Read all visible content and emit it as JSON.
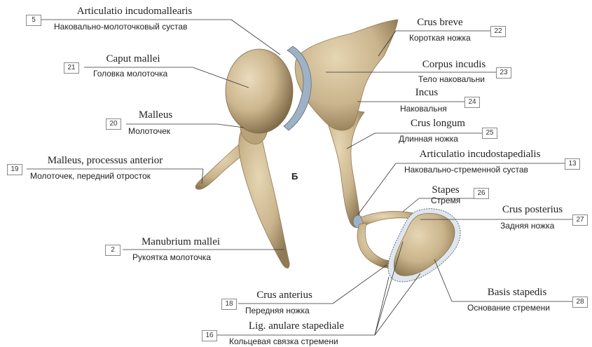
{
  "figure_letter": "Б",
  "labels": {
    "l5": {
      "num": "5",
      "latin": "Articulatio incudomallearis",
      "ru": "Наковально-молоточковый сустав"
    },
    "l22": {
      "num": "22",
      "latin": "Crus breve",
      "ru": "Короткая ножка"
    },
    "l21": {
      "num": "21",
      "latin": "Caput mallei",
      "ru": "Головка молоточка"
    },
    "l23": {
      "num": "23",
      "latin": "Corpus incudis",
      "ru": "Тело наковальни"
    },
    "l24": {
      "num": "24",
      "latin": "Incus",
      "ru": "Наковальня"
    },
    "l20": {
      "num": "20",
      "latin": "Malleus",
      "ru": "Молоточек"
    },
    "l25": {
      "num": "25",
      "latin": "Crus longum",
      "ru": "Длинная ножка"
    },
    "l19": {
      "num": "19",
      "latin": "Malleus, processus anterior",
      "ru": "Молоточек, передний отросток"
    },
    "l13": {
      "num": "13",
      "latin": "Articulatio incudostapedialis",
      "ru": "Наковально-стременной сустав"
    },
    "l26": {
      "num": "26",
      "latin": "Stapes",
      "ru": "Стремя"
    },
    "l27": {
      "num": "27",
      "latin": "Crus posterius",
      "ru": "Задняя ножка"
    },
    "l2": {
      "num": "2",
      "latin": "Manubrium mallei",
      "ru": "Рукоятка молоточка"
    },
    "l28": {
      "num": "28",
      "latin": "Basis stapedis",
      "ru": "Основание стремени"
    },
    "l18": {
      "num": "18",
      "latin": "Crus anterius",
      "ru": "Передняя ножка"
    },
    "l16": {
      "num": "16",
      "latin": "Lig. anulare stapediale",
      "ru": "Кольцевая связка стремени"
    }
  },
  "colors": {
    "bone": "#c9b48c",
    "bone_shadow": "#8f7a55",
    "cartilage": "#9fb1c4",
    "line": "#333333"
  }
}
